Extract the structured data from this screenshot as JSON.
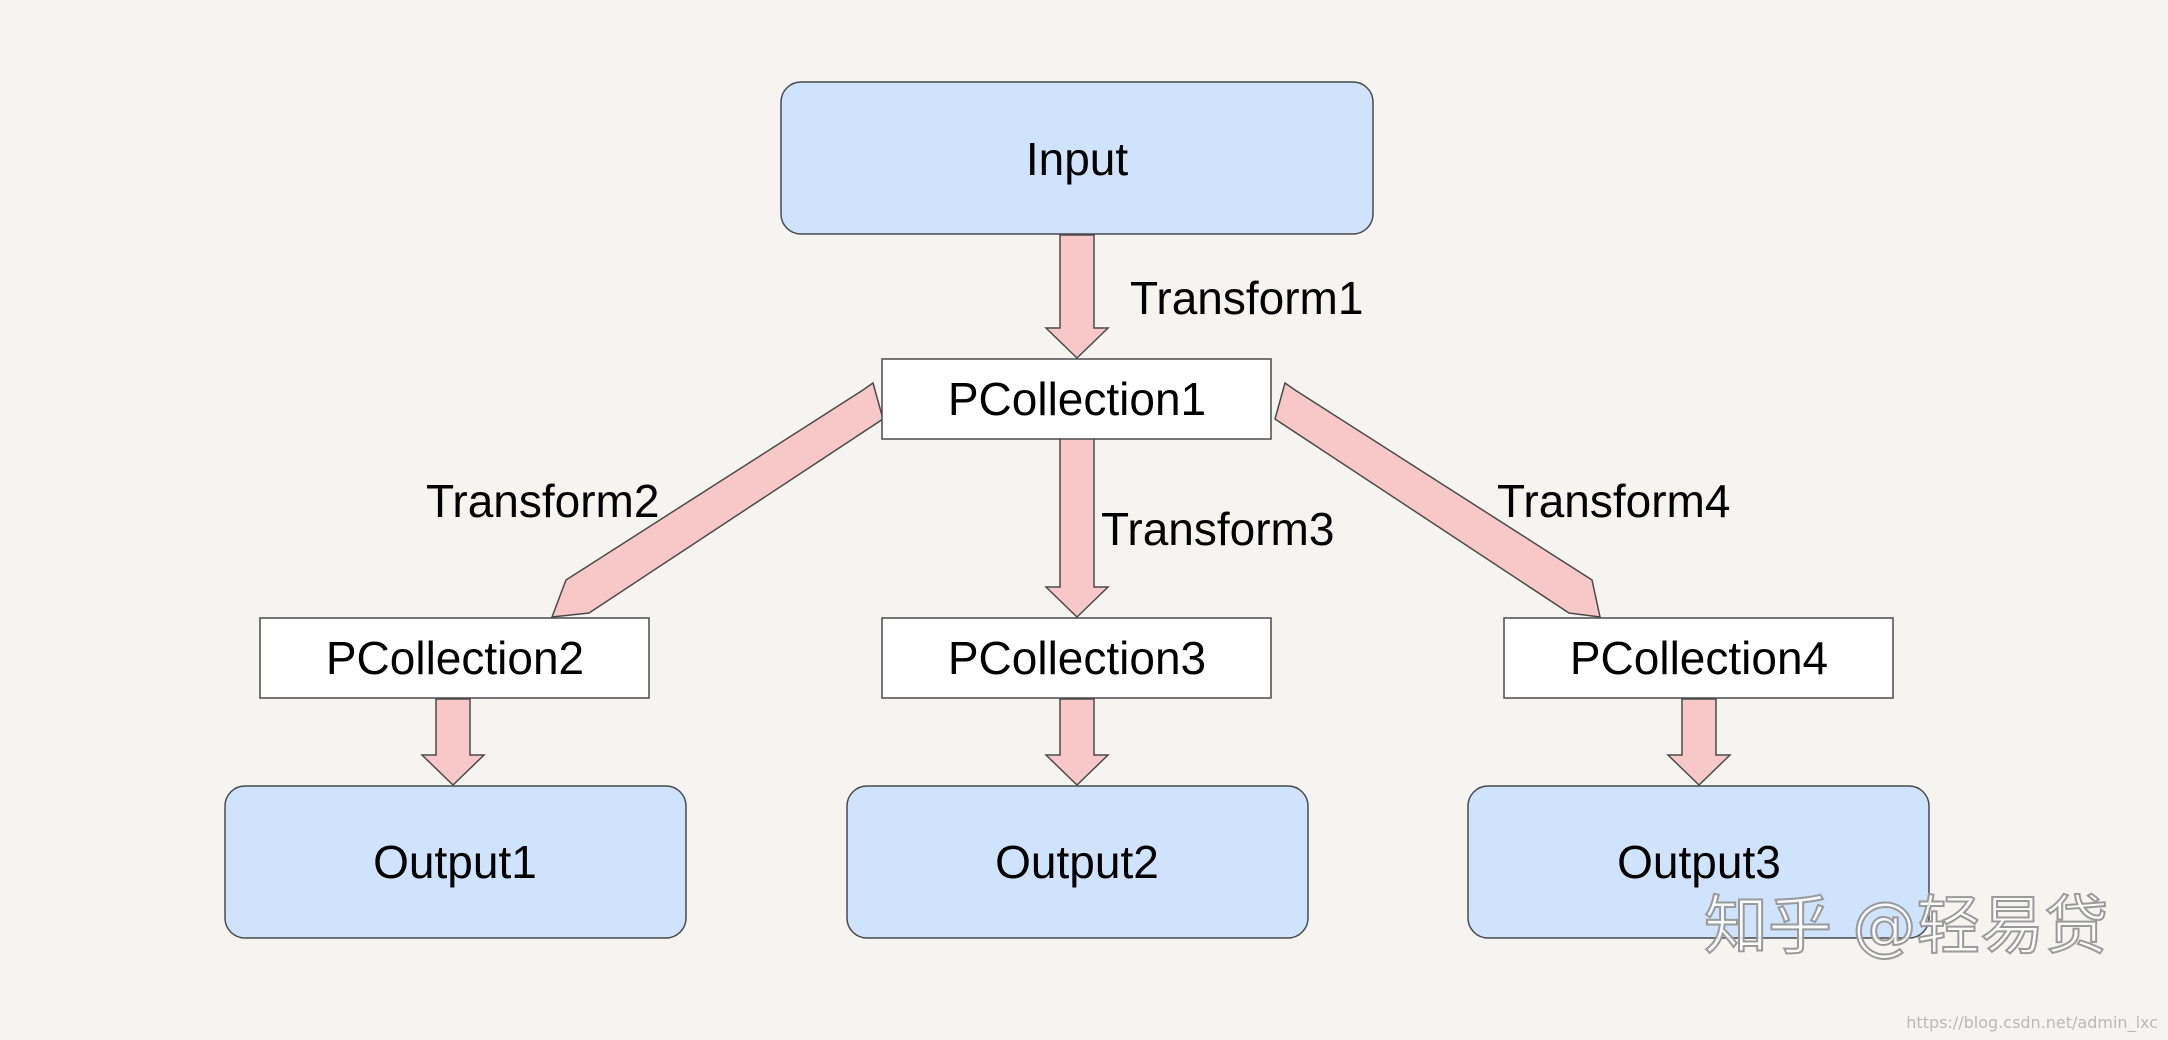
{
  "nodes": {
    "input": "Input",
    "pcollection1": "PCollection1",
    "pcollection2": "PCollection2",
    "pcollection3": "PCollection3",
    "pcollection4": "PCollection4",
    "output1": "Output1",
    "output2": "Output2",
    "output3": "Output3"
  },
  "edges": {
    "transform1": "Transform1",
    "transform2": "Transform2",
    "transform3": "Transform3",
    "transform4": "Transform4"
  },
  "watermark": {
    "main": "知乎 @轻易贷",
    "url": "https://blog.csdn.net/admin_lxc"
  },
  "colors": {
    "background": "#f5f4f1",
    "rounded_node_fill": "#cfe3fc",
    "collection_node_fill": "#ffffff",
    "arrow_fill": "#f8c8c8",
    "stroke": "#4a4a4a"
  }
}
